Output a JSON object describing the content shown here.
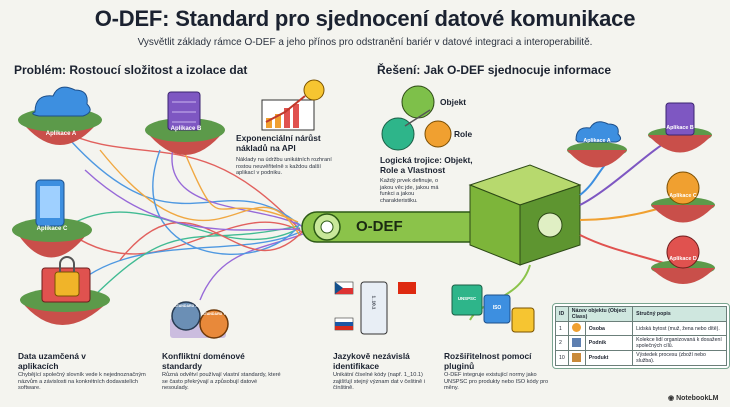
{
  "title": "O-DEF: Standard pro sjednocení datové komunikace",
  "subtitle": "Vysvětlit základy rámce O-DEF a jeho přínos pro odstranění bariér v datové integraci a interoperabilitě.",
  "left": {
    "heading": "Problém: Rostoucí složitost a izolace dat",
    "apps": [
      "Aplikace A",
      "Aplikace B",
      "Aplikace C"
    ],
    "cost": {
      "title": "Exponenciální nárůst nákladů na API",
      "text": "Náklady na údržbu unikátních rozhraní rostou neuvěřitelně s každou další aplikací v podniku."
    },
    "locked": {
      "title": "Data uzamčená v aplikacích",
      "text": "Chybějící společný slovník vede k nejednoznačným názvům a závislosti na konkrétních dodavatelích software."
    },
    "conflict": {
      "title": "Konfliktní doménové standardy",
      "text": "Různá odvětví používají vlastní standardy, které se často překrývají a způsobují datové nesoulady."
    },
    "badges": [
      "STANDARD X",
      "STANDARD Y"
    ]
  },
  "center": {
    "label": "O-DEF"
  },
  "right": {
    "heading": "Řešení: Jak O-DEF sjednocuje informace",
    "trio_labels": [
      "Objekt",
      "Role"
    ],
    "trinity": {
      "title": "Logická trojice: Objekt, Role a Vlastnost",
      "text": "Každý prvek definuje, o jakou věc jde, jakou má funkci a jakou charakteristiku."
    },
    "apps": [
      "Aplikace A",
      "Aplikace B",
      "Aplikace C",
      "Aplikace D"
    ],
    "lang": {
      "title": "Jazykově nezávislá identifikace",
      "text": "Unikátní číselné kódy (např. 1_10.1) zajišťují stejný význam dat v češtině i čínštině."
    },
    "ext": {
      "title": "Rozšiřitelnost pomocí pluginů",
      "text": "O-DEF integruje existující normy jako UNSPSC pro produkty nebo ISO kódy pro měny."
    },
    "plugin_labels": [
      "UNSPSC",
      "ISO"
    ],
    "code_label": "1_10.1",
    "table": {
      "headers": [
        "ID",
        "Název objektu (Object Class)",
        "Stručný popis"
      ],
      "rows": [
        [
          "1",
          "Osoba",
          "Lidská bytost (muž, žena nebo dítě)."
        ],
        [
          "2",
          "Podnik",
          "Kolekce lidí organizovaná k dosažení společných cílů."
        ],
        [
          "10",
          "Produkt",
          "Výstedek procesu (zboží nebo služba)."
        ]
      ]
    }
  },
  "watermark": "NotebookLM",
  "colors": {
    "accent_green": "#8bc34a",
    "app_blue": "#3d8fe0",
    "app_purple": "#7e57c2",
    "app_red": "#e5484d"
  }
}
